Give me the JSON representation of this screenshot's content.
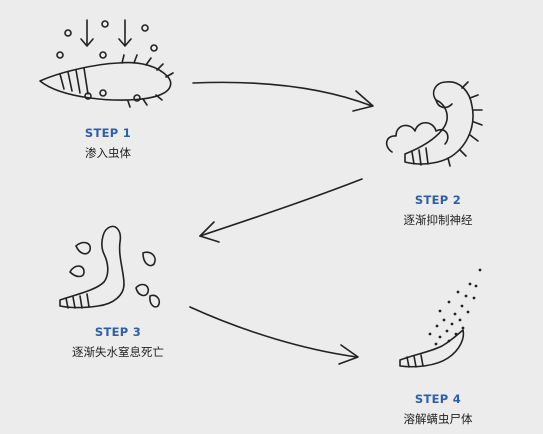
{
  "steps": [
    {
      "label": "STEP 1",
      "desc": "渗入虫体"
    },
    {
      "label": "STEP 2",
      "desc": "逐渐抑制神经"
    },
    {
      "label": "STEP 3",
      "desc": "逐渐失水窒息死亡"
    },
    {
      "label": "STEP 4",
      "desc": "溶解螨虫尸体"
    }
  ],
  "colors": {
    "background": "#ececec",
    "line": "#222222",
    "step_label": "#2f5fa6",
    "step_desc": "#222222"
  }
}
